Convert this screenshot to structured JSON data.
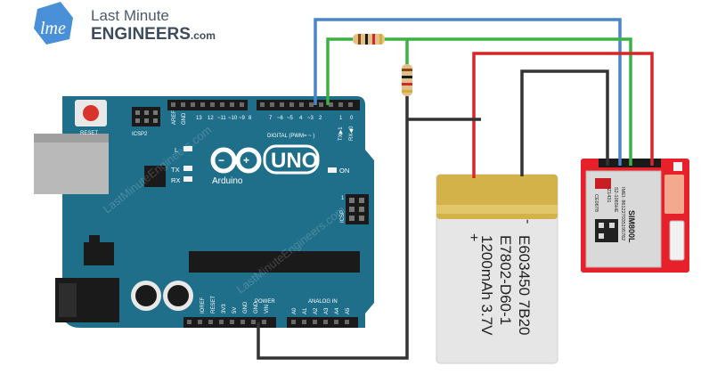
{
  "brand": {
    "logo_letters": "lme",
    "line1": "Last Minute",
    "line2": "ENGINEERS",
    "suffix": ".com",
    "color": "#4a90d9"
  },
  "arduino": {
    "board_color": "#1f6f8b",
    "logo_text": "UNO",
    "brand_text": "Arduino",
    "reset_label": "RESET",
    "icsp2_label": "ICSP2",
    "icsp_label": "ICSP",
    "digital_label": "DIGITAL (PWM= ~ )",
    "power_label": "POWER",
    "analog_label": "ANALOG IN",
    "on_label": "ON",
    "l_label": "L",
    "tx_label": "TX",
    "rx_label": "RX",
    "txd_label": "TX▶1",
    "rxd_label": "RX◀0",
    "header_aref": "AREF",
    "header_gnd": "GND",
    "digital_pins": [
      "13",
      "12",
      "~11",
      "~10",
      "~9",
      "8",
      "7",
      "~6",
      "~5",
      "4",
      "~3",
      "2",
      "1",
      "0"
    ],
    "power_pins": [
      "IOREF",
      "RESET",
      "3V3",
      "5V",
      "GND",
      "GND",
      "VIN"
    ],
    "analog_pins": [
      "A0",
      "A1",
      "A2",
      "A3",
      "A4",
      "A5"
    ],
    "icsp_number": "1"
  },
  "battery": {
    "line1": "E603450 7B20",
    "line2": "E7802-D60-1",
    "line3": "1200mAh 3.7V",
    "plus": "+",
    "minus": "-",
    "body_color": "#e6e6e6",
    "tape_color": "#d4b24a"
  },
  "sim_module": {
    "name": "SIM800L",
    "board_color": "#e8202a",
    "tiny_lines": [
      "IMEI: 861227035195762",
      "S2-1065HE",
      "-Z1431"
    ],
    "ce_mark": "CE0678"
  },
  "wires": {
    "blue": "#4a86c8",
    "green": "#3cb043",
    "red": "#d62728",
    "black": "#333333"
  },
  "watermark": "LastMinuteEngineers.com"
}
